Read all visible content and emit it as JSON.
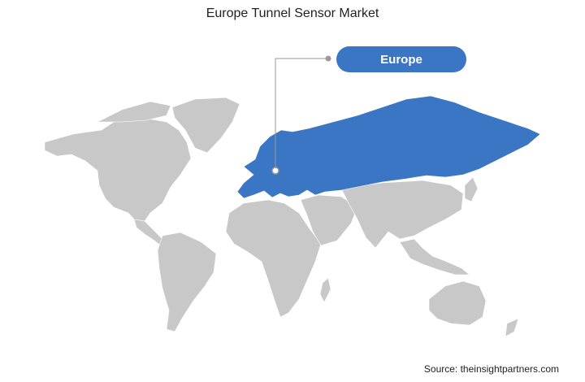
{
  "title": "Europe Tunnel Sensor Market",
  "highlight": {
    "region": "Europe",
    "color": "#3a76c4"
  },
  "base_color": "#c8c8c8",
  "marker_color": "#999999",
  "source": "Source: theinsightpartners.com"
}
